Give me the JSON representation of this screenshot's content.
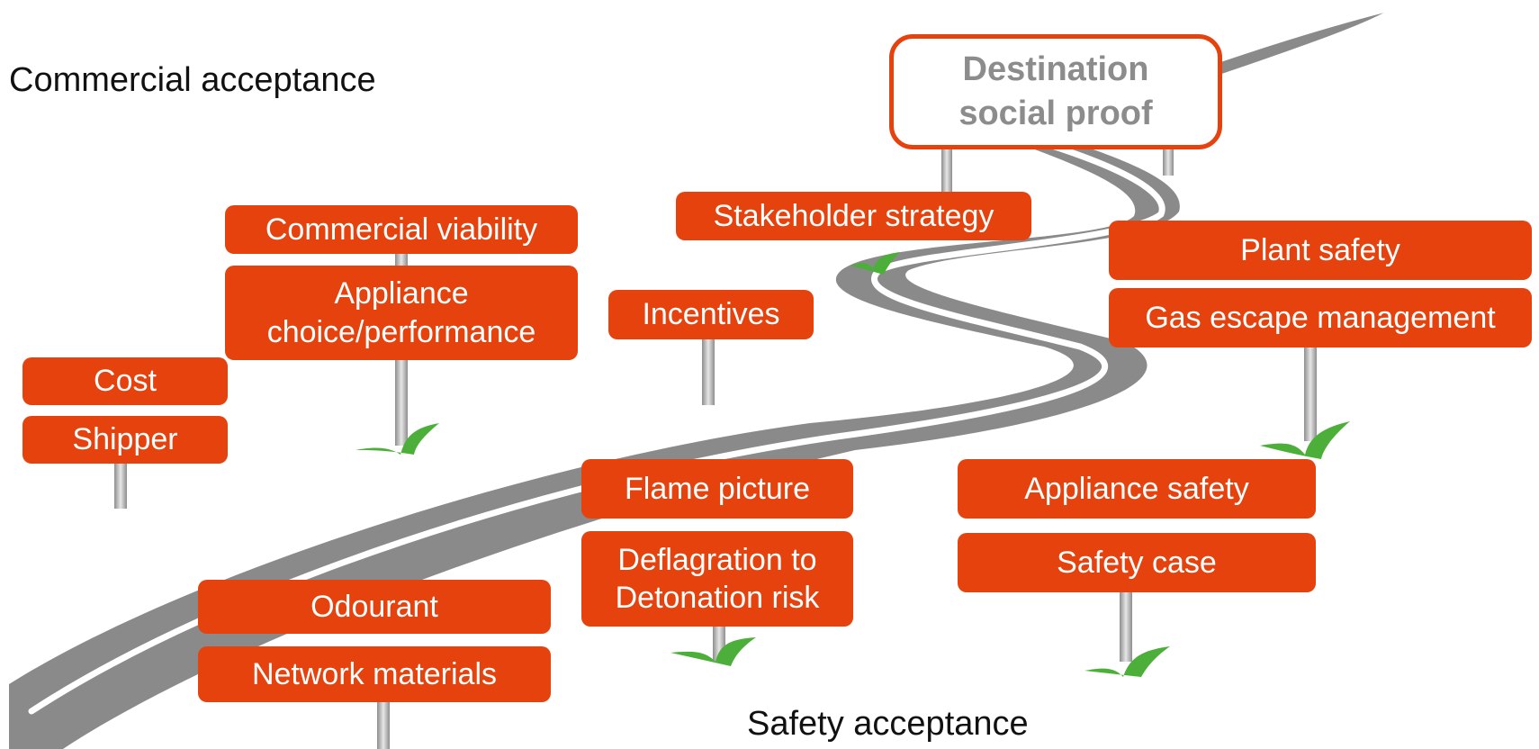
{
  "headings": {
    "commercial": "Commercial acceptance",
    "safety": "Safety acceptance"
  },
  "destination": {
    "text": "Destination\nsocial proof"
  },
  "signs": {
    "commercial_viability": "Commercial viability",
    "appliance_choice": "Appliance\nchoice/performance",
    "cost": "Cost",
    "shipper": "Shipper",
    "incentives": "Incentives",
    "stakeholder_strategy": "Stakeholder strategy",
    "plant_safety": "Plant safety",
    "gas_escape": "Gas escape management",
    "flame_picture": "Flame picture",
    "deflagration": "Deflagration to\nDetonation risk",
    "appliance_safety": "Appliance safety",
    "safety_case": "Safety case",
    "odourant": "Odourant",
    "network_materials": "Network materials"
  },
  "colors": {
    "sign": "#e5420e",
    "road": "#8a8a8a",
    "road_line": "#ffffff",
    "pole": "#b0b0b0",
    "grass": "#4caf3a",
    "destination_text": "#8c8c8c"
  }
}
